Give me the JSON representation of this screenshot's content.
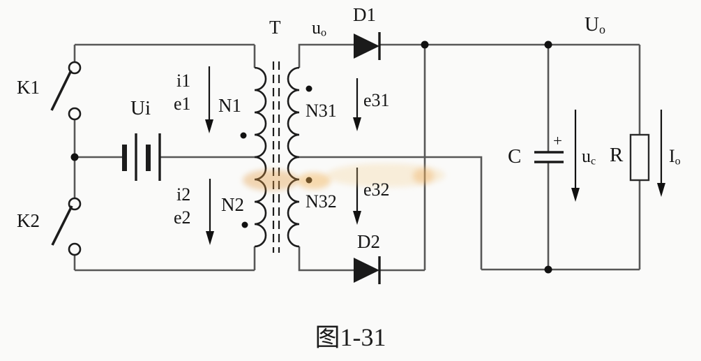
{
  "colors": {
    "background": "#fafaf9",
    "wire": "#575757",
    "symbol": "#1c1c1c",
    "text": "#151515",
    "watermark_smudge": "#e6a050"
  },
  "labels": {
    "k1": "K1",
    "k2": "K2",
    "ui": "Ui",
    "i1": "i1",
    "e1": "e1",
    "n1": "N1",
    "i2": "i2",
    "e2": "e2",
    "n2": "N2",
    "t": "T",
    "uo_node": {
      "base": "u",
      "sub": "o"
    },
    "d1": "D1",
    "d2": "D2",
    "n31": "N31",
    "e31": "e31",
    "n32": "N32",
    "e32": "e32",
    "uo_out": {
      "base": "U",
      "sub": "o"
    },
    "c": "C",
    "c_plus": "+",
    "uc": {
      "base": "u",
      "sub": "c"
    },
    "r": "R",
    "io": {
      "base": "I",
      "sub": "o"
    }
  },
  "caption": "图1-31"
}
